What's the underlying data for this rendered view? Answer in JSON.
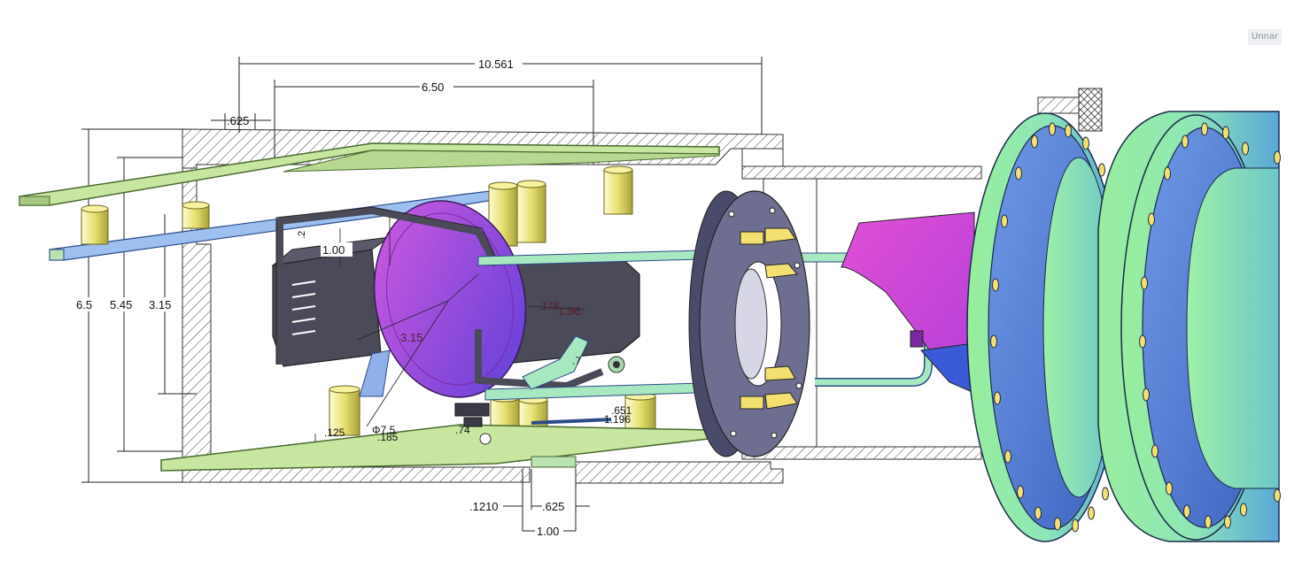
{
  "corner_tag": "Unnar",
  "dimensions": {
    "overall_length": "10.561",
    "inner_length": "6.50",
    "wall_thickness_top": ".625",
    "height_outer": "6.5",
    "height_mid": "5.45",
    "height_inner": "3.15",
    "standoff_length": "1.00",
    "small_gap": ".2",
    "center_height": "3.15",
    "mirror_offset": ".178",
    "radius": "1.96",
    "bracket_h": ".7",
    "plate_thickness": ".125",
    "bore_dia": "Φ7.5",
    "bore_small": ".185",
    "clearance": ".74",
    "post_a": ".651",
    "post_b": "1.196",
    "bottom_gap": ".1210",
    "bottom_wall": ".625",
    "bottom_span": "1.00"
  },
  "colors": {
    "plate": "#c7e6a0",
    "plate_edge": "#5a7a3a",
    "rail": "#8fb0e8",
    "post": "#e6e070",
    "housing": "#4a4a58",
    "mirror": "#b44ad8",
    "flange_face": "#5b86d6",
    "flange_rim": "#7be0a0",
    "bolt": "#f3e070",
    "ring": "#6e6f90",
    "hatch": "#555555"
  }
}
